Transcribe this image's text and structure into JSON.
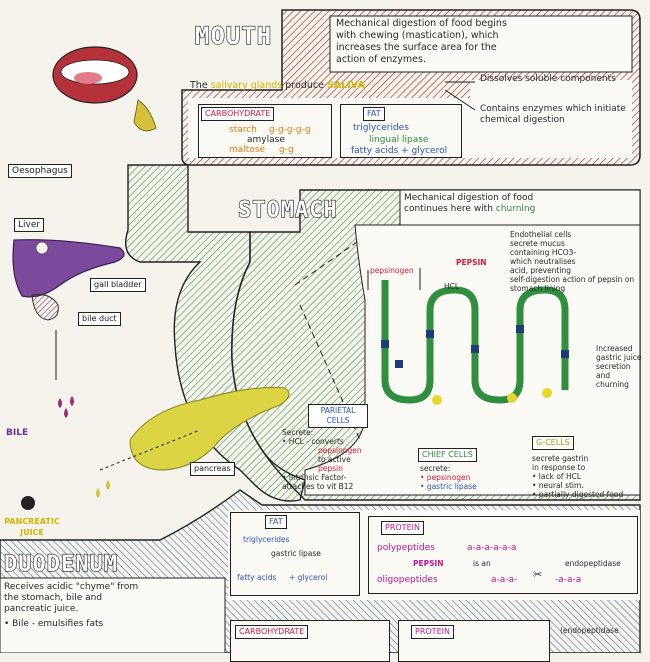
{
  "mouth": {
    "title": "MOUTH",
    "desc_1": "Mechanical digestion of food begins",
    "desc_2": "with chewing (mastication), which",
    "desc_3": "increases the surface area for the",
    "desc_4": "action of enzymes.",
    "saliva_line_a": "The",
    "saliva_line_b": "salivary glands",
    "saliva_line_c": "produce",
    "saliva_line_d": "SALIVA",
    "saliva_fact_1": "Dissolves soluble components",
    "saliva_fact_2": "Contains enzymes which initiate chemical digestion",
    "carb_label": "CARBOHYDRATE",
    "carb_starch": "starch",
    "carb_chain": "g-g-g-g-g",
    "carb_enzyme": "amylase",
    "carb_maltose": "maltose",
    "carb_gg": "g-g",
    "fat_label": "FAT",
    "fat_tri": "triglycerides",
    "fat_enzyme": "lingual lipase",
    "fat_products": "fatty acids + glycerol"
  },
  "labels": {
    "oesophagus": "Oesophagus",
    "liver": "Liver",
    "gall_bladder": "gall bladder",
    "bile_duct": "bile duct",
    "bile": "BILE",
    "pancreatic_juice": "PANCREATIC JUICE",
    "pancreas": "pancreas"
  },
  "stomach": {
    "title": "STOMACH",
    "desc_1": "Mechanical digestion of food",
    "desc_2": "continues here with",
    "desc_3": "churning",
    "endo_1": "Endothelial cells",
    "endo_2": "secrete mucus",
    "endo_3": "containing HCO3-",
    "endo_4": "which neutralises",
    "endo_5": "acid, preventing",
    "endo_6": "self-digestion action of pepsin on stomach lining",
    "pepsinogen": "pepsinogen",
    "pepsin": "PEPSIN",
    "hcl": "HCL",
    "increased_1": "Increased",
    "increased_2": "gastric juice",
    "increased_3": "secretion and churning",
    "parietal_label": "PARIETAL CELLS",
    "parietal_1": "Secrete:",
    "parietal_2": "• HCL - converts",
    "parietal_3": "pepsinogen",
    "parietal_4": "to active",
    "parietal_5": "pepsin",
    "parietal_6": "• Intrinsic Factor-",
    "parietal_7": "attaches to vit B12",
    "chief_label": "CHIEF CELLS",
    "chief_1": "secrete:",
    "chief_2": "• pepsinogen",
    "chief_3": "• gastric lipase",
    "g_label": "G-CELLS",
    "g_1": "secrete gastrin",
    "g_2": "in response to",
    "g_3": "• lack of HCL",
    "g_4": "• neural stim.",
    "g_5": "• partially digested food",
    "fat_label": "FAT",
    "fat_1": "triglycerides",
    "fat_2": "gastric lipase",
    "fat_3": "fatty acids",
    "fat_4": "+ glycerol",
    "protein_label": "PROTEIN",
    "protein_1": "polypeptides",
    "protein_chain": "a-a-a-a-a-a",
    "protein_enzyme": "PEPSIN",
    "protein_is_an": "is an",
    "protein_endo": "endopeptidase",
    "protein_2": "oligopeptides",
    "protein_chain2": "a-a-a-",
    "protein_chain3": "-a-a-a"
  },
  "duodenum": {
    "title": "DUODENUM",
    "desc_1": "Receives acidic \"chyme\" from",
    "desc_2": "the stomach, bile and",
    "desc_3": "pancreatic juice.",
    "desc_4": "• Bile - emulsifies fats",
    "carb_label": "CARBOHYDRATE",
    "protein_label": "PROTEIN",
    "endo": "(endopeptidase"
  },
  "colors": {
    "ink": "#222222",
    "mouth_hatch": "#8e2b2b",
    "stomach_hatch": "#2f8f3f",
    "duodenum_hatch": "#3b6ea0",
    "liver": "#6a3d8a",
    "pancreas": "#d8d23a",
    "saliva": "#d6c23a"
  }
}
